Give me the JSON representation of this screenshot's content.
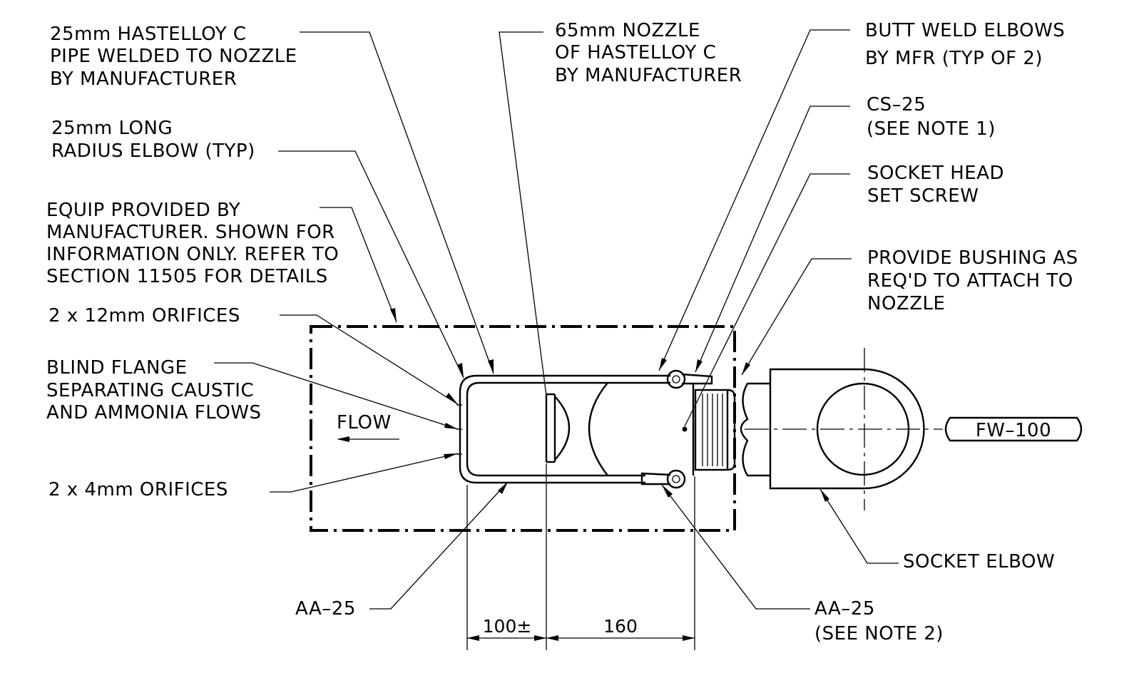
{
  "labels": {
    "hastelloy_pipe": [
      "25mm HASTELLOY C",
      "PIPE WELDED TO NOZZLE",
      "BY MANUFACTURER"
    ],
    "long_radius_elbow": [
      "25mm LONG",
      "RADIUS ELBOW (TYP)"
    ],
    "equip_provided": [
      "EQUIP PROVIDED BY",
      "MANUFACTURER. SHOWN FOR",
      "INFORMATION ONLY. REFER TO",
      "SECTION 11505 FOR DETAILS"
    ],
    "orifices_12mm": [
      "2 x 12mm ORIFICES"
    ],
    "blind_flange": [
      "BLIND FLANGE",
      "SEPARATING CAUSTIC",
      "AND AMMONIA FLOWS"
    ],
    "flow": [
      "FLOW"
    ],
    "orifices_4mm": [
      "2 x 4mm ORIFICES"
    ],
    "nozzle_65mm": [
      "65mm NOZZLE",
      "OF HASTELLOY C",
      "BY MANUFACTURER"
    ],
    "butt_weld": [
      "BUTT WELD ELBOWS",
      "BY MFR (TYP OF 2)"
    ],
    "cs25": [
      "CS–25",
      "(SEE NOTE 1)"
    ],
    "socket_head": [
      "SOCKET HEAD",
      "SET SCREW"
    ],
    "bushing": [
      "PROVIDE BUSHING AS",
      "REQ'D TO ATTACH TO",
      "NOZZLE"
    ],
    "fw100": [
      "FW–100"
    ],
    "socket_elbow": [
      "SOCKET ELBOW"
    ],
    "aa25_left": [
      "AA–25"
    ],
    "aa25_right": [
      "AA–25",
      "(SEE NOTE 2)"
    ]
  },
  "dimensions": {
    "dim_100": "100±",
    "dim_160": "160"
  }
}
